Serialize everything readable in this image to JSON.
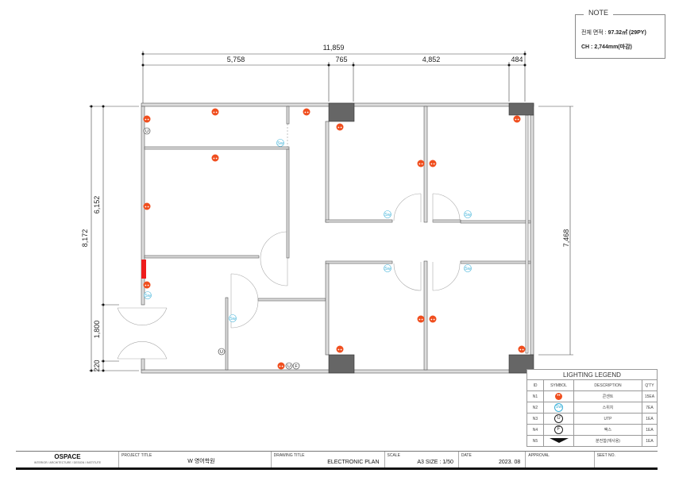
{
  "note": {
    "title": "NOTE",
    "area_label": "전체 면적 :",
    "area_value": "97.32㎡ (29PY)",
    "ch": "CH : 2,744mm(마감)"
  },
  "dimensions": {
    "total_width": "11,859",
    "w1": "5,758",
    "w2": "765",
    "w3": "4,852",
    "w4": "484",
    "total_height": "8,172",
    "h1": "6,152",
    "h2": "1,800",
    "h3": "220",
    "right_height": "7,468"
  },
  "symbol_labels": {
    "switch": "Sw",
    "utp": "U",
    "fax": "F"
  },
  "legend": {
    "title": "LIGHTING LEGEND",
    "headers": [
      "ID",
      "SYMBOL",
      "DESCRIPTION",
      "Q'TY"
    ],
    "rows": [
      {
        "id": "N1",
        "symbol": "outlet-icon",
        "desc": "콘센트",
        "qty": "15EA"
      },
      {
        "id": "N2",
        "symbol": "switch-icon",
        "desc": "스위치",
        "qty": "7EA"
      },
      {
        "id": "N3",
        "symbol": "utp-icon",
        "desc": "UTP",
        "qty": "1EA"
      },
      {
        "id": "N4",
        "symbol": "fax-icon",
        "desc": "팩스",
        "qty": "1EA"
      },
      {
        "id": "N5",
        "symbol": "panel-icon",
        "desc": "분전함(재사용)",
        "qty": "1EA"
      }
    ]
  },
  "title_block": {
    "company": "OSPACE",
    "company_sub": "INTERIOR / ARCHITECTURE / DESIGN / INSTITUTE",
    "project_label": "PROJECT TITLE",
    "project": "W 영어학원",
    "drawing_label": "DRAWING TITLE",
    "drawing": "ELECTRONIC PLAN",
    "scale_label": "SCALE",
    "scale": "A3 SIZE : 1/50",
    "date_label": "DATE",
    "date": "2023. 08",
    "approval_label": "APPROVAL",
    "sheet_label": "SEET NO."
  },
  "colors": {
    "outlet": "#f04e1e",
    "switch": "#3ab0d8",
    "wall": "#d8d8d8",
    "column": "#666666",
    "panel": "#ee1c1c"
  }
}
